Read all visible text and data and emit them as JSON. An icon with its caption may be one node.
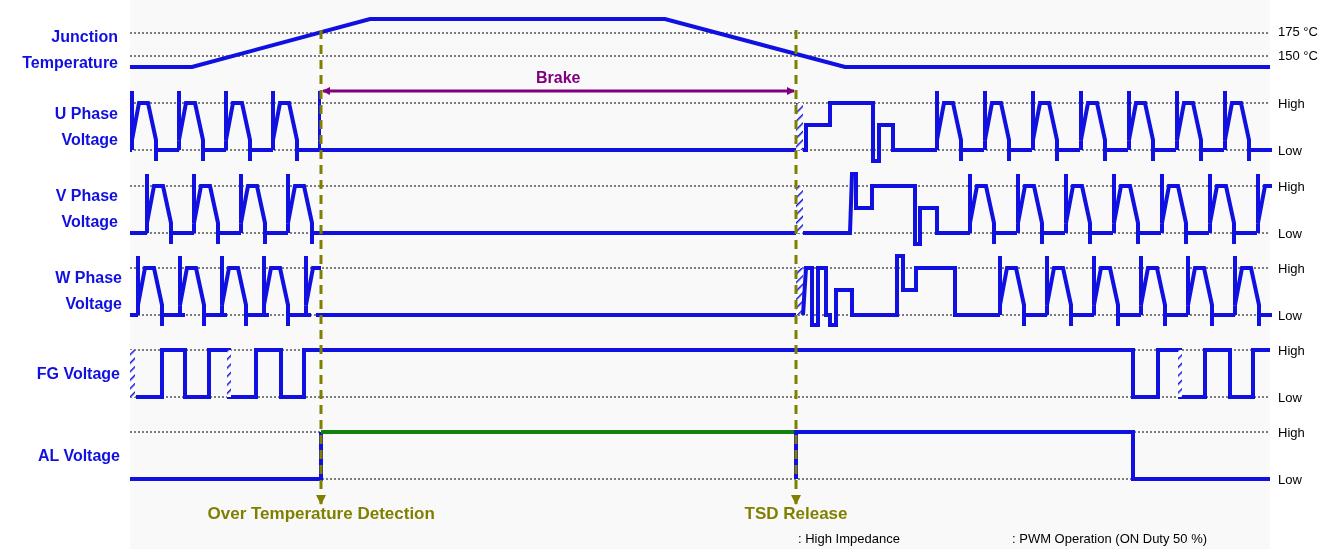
{
  "diagram": {
    "nodes": [
      {
        "text": [
          "Over Temperature Detection"
        ]
      },
      {
        "text": [
          "TSD Release"
        ]
      }
    ],
    "edges": [
      {
        "from": null,
        "to": 0,
        "arrow": "to",
        "style": "dashed",
        "color": "#808000"
      },
      {
        "from": null,
        "to": 1,
        "arrow": "to",
        "style": "dashed",
        "color": "#808000"
      }
    ],
    "labels": [
      "Junction Temperature",
      "175 °C",
      "150 °C",
      "Brake",
      "U Phase Voltage",
      "High",
      "Low",
      "V Phase Voltage",
      "High",
      "Low",
      "W Phase Voltage",
      "High",
      "Low",
      "FG Voltage",
      "High",
      "Low",
      "AL Voltage",
      "High",
      "Low",
      ": High Impedance",
      ": PWM Operation (ON Duty 50 %)"
    ]
  }
}
